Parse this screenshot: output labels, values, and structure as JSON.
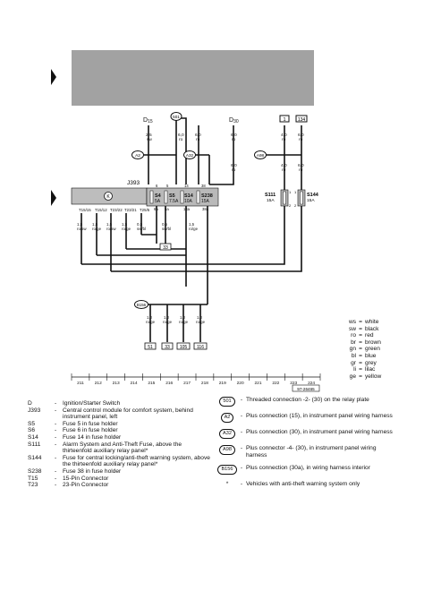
{
  "colors": {
    "header_bg": "#a2a2a2",
    "module_bg": "#bdbdbd",
    "fuse_bg": "#b9b9b9",
    "line": "#111111"
  },
  "diagram": {
    "top_labels": [
      "D",
      "15",
      "501",
      "D",
      "30",
      "1",
      "134"
    ],
    "top_sub": [
      "2,5",
      "sw",
      "6,0",
      "ro",
      "6,0",
      "ro",
      "6,0",
      "ro",
      "4,0",
      "ro",
      "6,0",
      "ro"
    ],
    "nodes": [
      "A2",
      "A32",
      "A98"
    ],
    "mid_wires": [
      "6,0",
      "ro"
    ],
    "module_label": "J393",
    "fuses": [
      {
        "name": "S4",
        "rating": "5A",
        "pins": [
          "6",
          "6a"
        ]
      },
      {
        "name": "S5",
        "rating": "7.5A",
        "pins": [
          "5",
          "5a"
        ]
      },
      {
        "name": "S14",
        "rating": "10A",
        "pins": [
          "14",
          "14a"
        ]
      },
      {
        "name": "S238",
        "rating": "15A",
        "pins": [
          "38",
          "38a"
        ]
      },
      {
        "name": "S111",
        "rating": "15A",
        "pins": [
          "1",
          "2"
        ]
      },
      {
        "name": "S144",
        "rating": "15A",
        "pins": [
          "1",
          "2"
        ]
      }
    ],
    "connectors": [
      "T15/15",
      "T15/12",
      "T23/22",
      "T23/21",
      "T25/5"
    ],
    "conn_wires": [
      "1,5",
      "ro/sw",
      "1,5",
      "ro/ge",
      "1,5",
      "ro/sw",
      "1,5",
      "ro/ge",
      "0,5",
      "sw/bl",
      "0,5",
      "sw/bl",
      "1,5",
      "ro/ge"
    ],
    "ref_boxes": [
      "33",
      "51",
      "33",
      "105",
      "116"
    ],
    "lower_node": "B156",
    "lower_wires": [
      "1,0",
      "ro/ge",
      "1,0",
      "ro/ge",
      "1,0",
      "ro/ge",
      "1,0",
      "ro/ge"
    ],
    "ruler": [
      "211",
      "212",
      "213",
      "214",
      "215",
      "216",
      "217",
      "218",
      "219",
      "220",
      "221",
      "222",
      "223",
      "224"
    ],
    "doc_number": "97-26465"
  },
  "wire_colors": [
    {
      "code": "ws",
      "name": "white"
    },
    {
      "code": "sw",
      "name": "black"
    },
    {
      "code": "ro",
      "name": "red"
    },
    {
      "code": "br",
      "name": "brown"
    },
    {
      "code": "gn",
      "name": "green"
    },
    {
      "code": "bl",
      "name": "blue"
    },
    {
      "code": "gr",
      "name": "grey"
    },
    {
      "code": "li",
      "name": "lilac"
    },
    {
      "code": "ge",
      "name": "yellow"
    }
  ],
  "legend_left": [
    {
      "code": "D",
      "dash": "-",
      "desc": "Ignition/Starter Switch"
    },
    {
      "code": "J393",
      "dash": "-",
      "desc": "Central control module for comfort system, behind instrument panel, left"
    },
    {
      "code": "S5",
      "dash": "-",
      "desc": "Fuse 5 in fuse holder"
    },
    {
      "code": "S6",
      "dash": "-",
      "desc": "Fuse 6 in fuse holder"
    },
    {
      "code": "S14",
      "dash": "-",
      "desc": "Fuse 14 in fuse holder"
    },
    {
      "code": "S111",
      "dash": "-",
      "desc": "Alarm System and Anti-Theft Fuse, above the thirteenfold auxiliary relay panel*"
    },
    {
      "code": "S144",
      "dash": "-",
      "desc": "Fuse for central locking/anti-theft warning system, above the thirteenfold auxiliary relay panel*"
    },
    {
      "code": "S238",
      "dash": "-",
      "desc": "Fuse 38 in fuse holder"
    },
    {
      "code": "T15",
      "dash": "-",
      "desc": "15-Pin Connector"
    },
    {
      "code": "T23",
      "dash": "-",
      "desc": "23-Pin Connector"
    }
  ],
  "legend_right": [
    {
      "code": "501",
      "dash": "-",
      "desc": "Threaded connection -2- (30) on the relay plate"
    },
    {
      "code": "A2",
      "dash": "-",
      "desc": "Plus connection (15), in instrument panel wiring harness"
    },
    {
      "code": "A32",
      "dash": "-",
      "desc": "Plus connection (30), in instrument panel wiring harness"
    },
    {
      "code": "A98",
      "dash": "-",
      "desc": "Plus connector -4- (30), in instrument panel wiring harness"
    },
    {
      "code": "B156",
      "dash": "-",
      "desc": "Plus connection (30a), in wiring harness interior"
    },
    {
      "code": "*",
      "dash": "-",
      "desc": "Vehicles with anti-theft warning system only"
    }
  ]
}
